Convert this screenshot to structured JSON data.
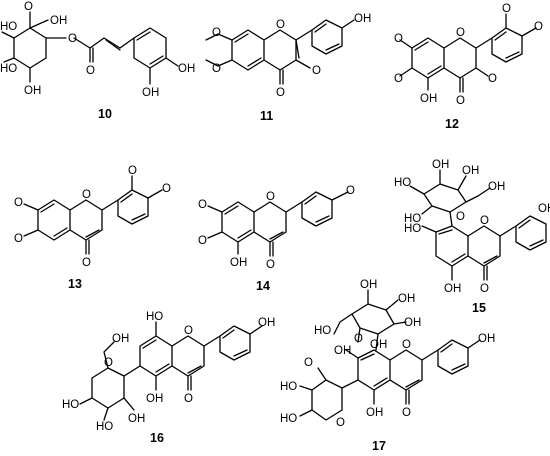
{
  "figure": {
    "compounds": [
      {
        "id": "c10",
        "number": "10"
      },
      {
        "id": "c11",
        "number": "11"
      },
      {
        "id": "c12",
        "number": "12"
      },
      {
        "id": "c13",
        "number": "13"
      },
      {
        "id": "c14",
        "number": "14"
      },
      {
        "id": "c15",
        "number": "15"
      },
      {
        "id": "c16",
        "number": "16"
      },
      {
        "id": "c17",
        "number": "17"
      }
    ],
    "atom_labels": {
      "oh": "OH",
      "ho": "HO",
      "o": "O"
    }
  }
}
